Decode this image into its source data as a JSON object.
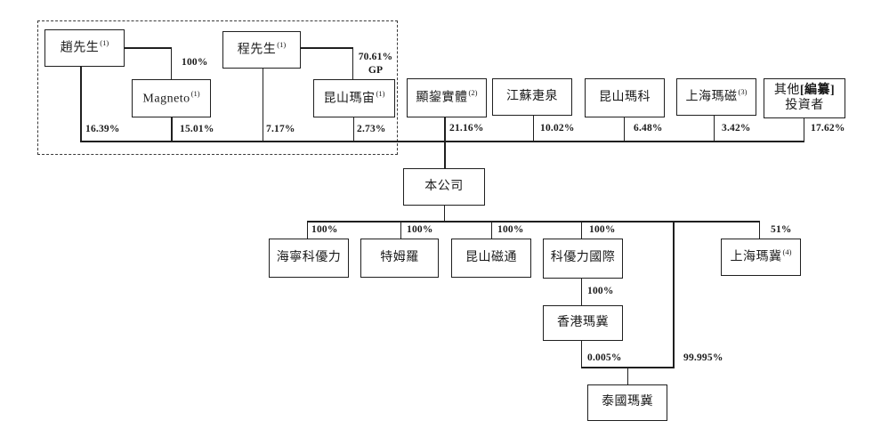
{
  "diagram": {
    "kind": "shareholding-structure",
    "nodes": {
      "zhao": {
        "label": "趙先生",
        "sup": "(1)"
      },
      "magneto": {
        "label": "Magneto",
        "sup": "(1)"
      },
      "cheng": {
        "label": "程先生",
        "sup": "(1)"
      },
      "mazhou": {
        "label": "昆山瑪宙",
        "sup": "(1)"
      },
      "xianjun": {
        "label": "顯鋆實體",
        "sup": "(2)"
      },
      "jiangsu": {
        "label": "江蘇疌泉"
      },
      "make": {
        "label": "昆山瑪科"
      },
      "maci": {
        "label": "上海瑪磁",
        "sup": "(3)"
      },
      "other": {
        "line1_prefix": "其他",
        "line1_redacted": "[編纂]",
        "line2": "投資者"
      },
      "company": {
        "label": "本公司"
      },
      "haining": {
        "label": "海寧科優力"
      },
      "temuluo": {
        "label": "特姆羅"
      },
      "citong": {
        "label": "昆山磁通"
      },
      "keyouli": {
        "label": "科優力國際"
      },
      "shmaji": {
        "label": "上海瑪冀",
        "sup": "(4)"
      },
      "hkmaji": {
        "label": "香港瑪冀"
      },
      "thmaji": {
        "label": "泰國瑪冀"
      }
    },
    "percentages": {
      "zhao_magneto": "100%",
      "cheng_mazhou_gp": "70.61%",
      "cheng_mazhou_gp_sub": "GP",
      "zhao_company": "16.39%",
      "magneto_company": "15.01%",
      "cheng_company": "7.17%",
      "mazhou_company": "2.73%",
      "xianjun_company": "21.16%",
      "jiangsu_company": "10.02%",
      "make_company": "6.48%",
      "maci_company": "3.42%",
      "other_company": "17.62%",
      "company_haining": "100%",
      "company_temuluo": "100%",
      "company_citong": "100%",
      "company_keyouli": "100%",
      "company_shmaji": "51%",
      "keyouli_hkmaji": "100%",
      "hkmaji_thmaji": "0.005%",
      "company_thmaji": "99.995%"
    }
  }
}
